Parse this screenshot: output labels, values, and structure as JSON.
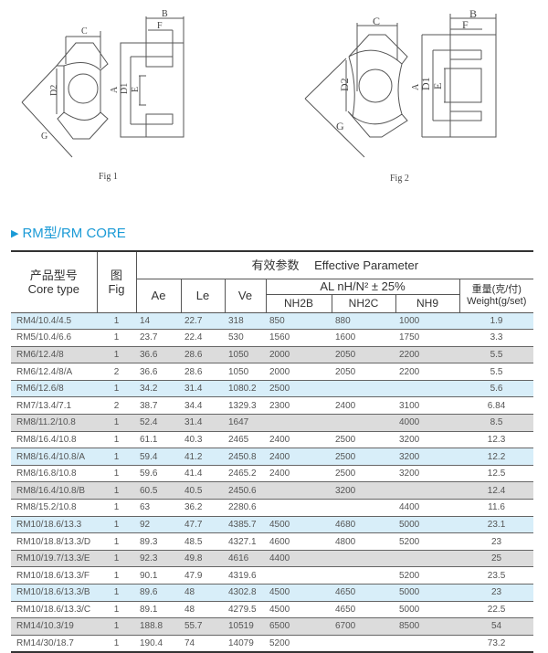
{
  "figures": [
    {
      "caption": "Fig 1",
      "labels": {
        "A": "A",
        "B": "B",
        "C": "C",
        "D1": "D1",
        "D2": "D2",
        "E": "E",
        "F": "F",
        "G": "G"
      }
    },
    {
      "caption": "Fig 2",
      "labels": {
        "A": "A",
        "B": "B",
        "C": "C",
        "D1": "D1",
        "D2": "D2",
        "E": "E",
        "F": "F",
        "G": "G"
      }
    }
  ],
  "section": {
    "icon": "triangle-right-icon",
    "title": "RM型/RM CORE",
    "color": "#1a9ad6"
  },
  "table": {
    "headers": {
      "core_type_cn": "产品型号",
      "core_type_en": "Core type",
      "fig_cn": "图",
      "fig_en": "Fig",
      "effective": "有效参数　 Effective Parameter",
      "ae": "Ae",
      "le": "Le",
      "ve": "Ve",
      "al": "AL  nH/N² ± 25%",
      "nh2b": "NH2B",
      "nh2c": "NH2C",
      "nh9": "NH9",
      "weight_cn": "重量(克/付)",
      "weight_en": "Weight(g/set)"
    },
    "rows": [
      [
        "RM4/10.4/4.5",
        "1",
        "14",
        "22.7",
        "318",
        "850",
        "880",
        "1000",
        "1.9"
      ],
      [
        "RM5/10.4/6.6",
        "1",
        "23.7",
        "22.4",
        "530",
        "1560",
        "1600",
        "1750",
        "3.3"
      ],
      [
        "RM6/12.4/8",
        "1",
        "36.6",
        "28.6",
        "1050",
        "2000",
        "2050",
        "2200",
        "5.5"
      ],
      [
        "RM6/12.4/8/A",
        "2",
        "36.6",
        "28.6",
        "1050",
        "2000",
        "2050",
        "2200",
        "5.5"
      ],
      [
        "RM6/12.6/8",
        "1",
        "34.2",
        "31.4",
        "1080.2",
        "2500",
        "",
        "",
        "5.6"
      ],
      [
        "RM7/13.4/7.1",
        "2",
        "38.7",
        "34.4",
        "1329.3",
        "2300",
        "2400",
        "3100",
        "6.84"
      ],
      [
        "RM8/11.2/10.8",
        "1",
        "52.4",
        "31.4",
        "1647",
        "",
        "",
        "4000",
        "8.5"
      ],
      [
        "RM8/16.4/10.8",
        "1",
        "61.1",
        "40.3",
        "2465",
        "2400",
        "2500",
        "3200",
        "12.3"
      ],
      [
        "RM8/16.4/10.8/A",
        "1",
        "59.4",
        "41.2",
        "2450.8",
        "2400",
        "2500",
        "3200",
        "12.2"
      ],
      [
        "RM8/16.8/10.8",
        "1",
        "59.6",
        "41.4",
        "2465.2",
        "2400",
        "2500",
        "3200",
        "12.5"
      ],
      [
        "RM8/16.4/10.8/B",
        "1",
        "60.5",
        "40.5",
        "2450.6",
        "",
        "3200",
        "",
        "12.4"
      ],
      [
        "RM8/15.2/10.8",
        "1",
        "63",
        "36.2",
        "2280.6",
        "",
        "",
        "4400",
        "11.6"
      ],
      [
        "RM10/18.6/13.3",
        "1",
        "92",
        "47.7",
        "4385.7",
        "4500",
        "4680",
        "5000",
        "23.1"
      ],
      [
        "RM10/18.8/13.3/D",
        "1",
        "89.3",
        "48.5",
        "4327.1",
        "4600",
        "4800",
        "5200",
        "23"
      ],
      [
        "RM10/19.7/13.3/E",
        "1",
        "92.3",
        "49.8",
        "4616",
        "4400",
        "",
        "",
        "25"
      ],
      [
        "RM10/18.6/13.3/F",
        "1",
        "90.1",
        "47.9",
        "4319.6",
        "",
        "",
        "5200",
        "23.5"
      ],
      [
        "RM10/18.6/13.3/B",
        "1",
        "89.6",
        "48",
        "4302.8",
        "4500",
        "4650",
        "5000",
        "23"
      ],
      [
        "RM10/18.6/13.3/C",
        "1",
        "89.1",
        "48",
        "4279.5",
        "4500",
        "4650",
        "5000",
        "22.5"
      ],
      [
        "RM14/10.3/19",
        "1",
        "188.8",
        "55.7",
        "10519",
        "6500",
        "6700",
        "8500",
        "54"
      ],
      [
        "RM14/30/18.7",
        "1",
        "190.4",
        "74",
        "14079",
        "5200",
        "",
        "",
        "73.2"
      ]
    ],
    "row_colors": {
      "blue": "#d8eef9",
      "gray": "#dcdcdc"
    }
  }
}
